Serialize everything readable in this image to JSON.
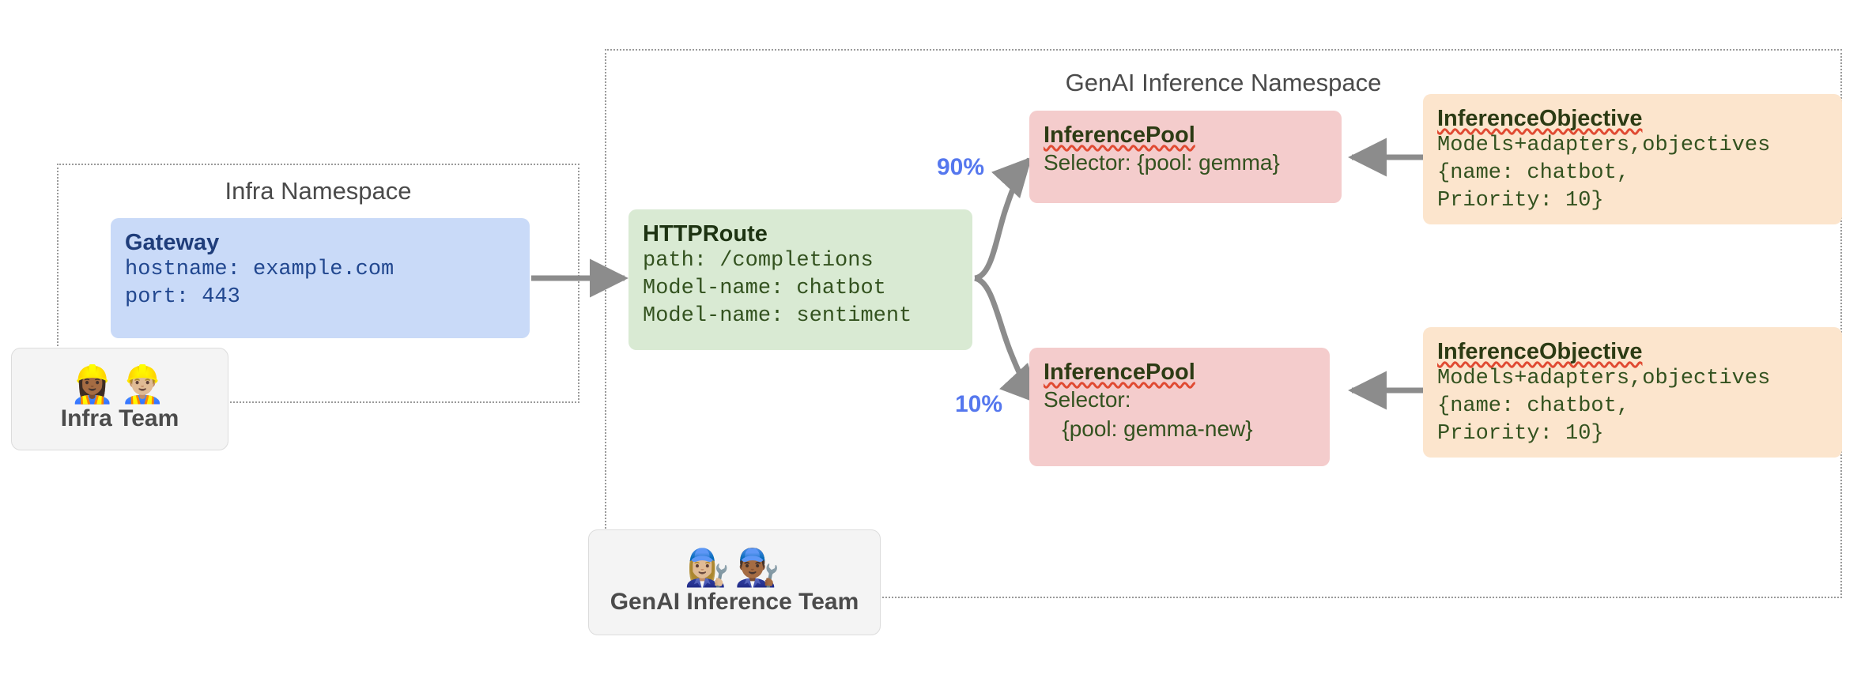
{
  "namespaces": [
    {
      "id": "infra",
      "label": "Infra Namespace"
    },
    {
      "id": "genai",
      "label": "GenAI Inference Namespace"
    }
  ],
  "gateway": {
    "title": "Gateway",
    "line1": "hostname: example.com",
    "line2": "port: 443"
  },
  "httproute": {
    "title": "HTTPRoute",
    "line1": "path: /completions",
    "line2": "Model-name: chatbot",
    "line3": "Model-name: sentiment"
  },
  "pools": [
    {
      "id": "pool-gemma",
      "title": "InferencePool",
      "line1": "Selector: {pool: gemma}",
      "line2": ""
    },
    {
      "id": "pool-gemma-new",
      "title": "InferencePool",
      "line1": "Selector:",
      "line2": "   {pool: gemma-new}"
    }
  ],
  "objectives": [
    {
      "id": "objective-top",
      "title": "InferenceObjective",
      "line1": "Models+adapters,objectives",
      "line2": "{name: chatbot,",
      "line3": "Priority: 10}"
    },
    {
      "id": "objective-bottom",
      "title": "InferenceObjective",
      "line1": "Models+adapters,objectives",
      "line2": "{name: chatbot,",
      "line3": "Priority: 10}"
    }
  ],
  "teams": [
    {
      "id": "infra-team",
      "emojis": "👷🏾‍♀️👷🏼‍♂️",
      "label": "Infra Team"
    },
    {
      "id": "genai-team",
      "emojis": "👩🏼‍🔧👨🏾‍🔧",
      "label": "GenAI Inference Team"
    }
  ],
  "weights": [
    {
      "id": "weight-top",
      "label": "90%"
    },
    {
      "id": "weight-bottom",
      "label": "10%"
    }
  ],
  "colors": {
    "gateway_fill": "#c9daf8",
    "httproute_fill": "#d9ead3",
    "pool_fill": "#f4cccc",
    "objective_fill": "#fce5cd",
    "team_fill": "#f4f4f4",
    "edge": "#8c8c8c",
    "weight_text": "#5577ee",
    "namespace_border": "#9a9a9a"
  }
}
